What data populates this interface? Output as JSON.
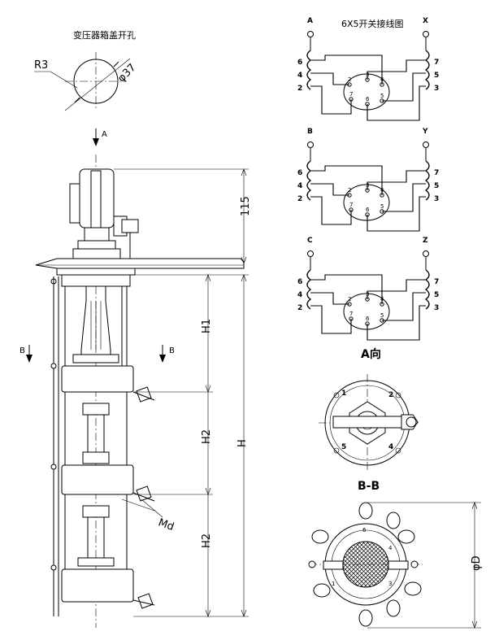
{
  "hole_section": {
    "title": "变压器箱盖开孔",
    "radius_label": "R3",
    "diameter_label": "φ37"
  },
  "view_arrow": {
    "label": "A"
  },
  "section_arrows": {
    "left": "B",
    "right": "B"
  },
  "dimensions": {
    "d115": "115",
    "h1": "H1",
    "h2_upper": "H2",
    "h2_lower": "H2",
    "h": "H",
    "md": "Md",
    "od": "φD"
  },
  "wiring": {
    "title": "6X5开关接线图",
    "panels": [
      {
        "left_terminal": "A",
        "right_terminal": "X",
        "left_taps": [
          "6",
          "4",
          "2"
        ],
        "right_taps": [
          "7",
          "5",
          "3"
        ]
      },
      {
        "left_terminal": "B",
        "right_terminal": "Y",
        "left_taps": [
          "6",
          "4",
          "2"
        ],
        "right_taps": [
          "7",
          "5",
          "3"
        ]
      },
      {
        "left_terminal": "C",
        "right_terminal": "Z",
        "left_taps": [
          "6",
          "4",
          "2"
        ],
        "right_taps": [
          "7",
          "5",
          "3"
        ]
      }
    ],
    "contacts": [
      "2",
      "3",
      "4",
      "5",
      "6",
      "7"
    ]
  },
  "view_a": {
    "title": "A向",
    "labels": [
      "1",
      "2",
      "5",
      "4"
    ]
  },
  "section_bb": {
    "title": "B-B",
    "labels": [
      "6",
      "1",
      "4",
      "3"
    ]
  }
}
